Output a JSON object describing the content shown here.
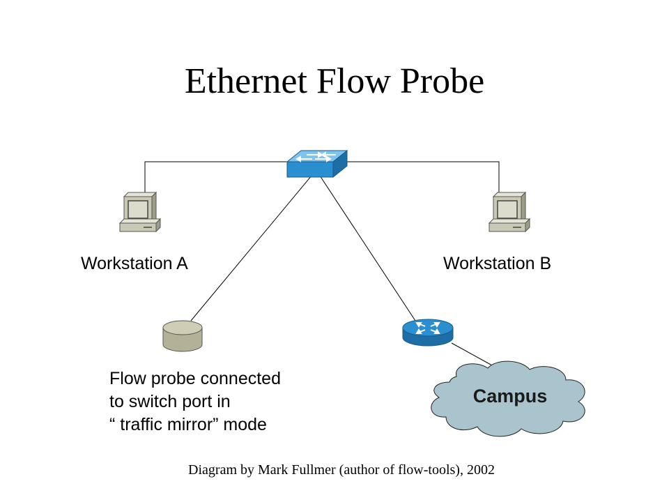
{
  "title": "Ethernet Flow Probe",
  "nodes": {
    "workstation_a": "Workstation A",
    "workstation_b": "Workstation B",
    "campus": "Campus"
  },
  "probe_note": [
    "Flow probe connected",
    "to switch port in",
    "“ traffic mirror” mode"
  ],
  "credit": "Diagram by Mark Fullmer (author of flow-tools), 2002",
  "colors": {
    "switch": "#2a8fd0",
    "router": "#2a8fd0",
    "probe": "#b3b198",
    "cloud": "#a9c4cc",
    "workstation": "#c9c9b5"
  }
}
